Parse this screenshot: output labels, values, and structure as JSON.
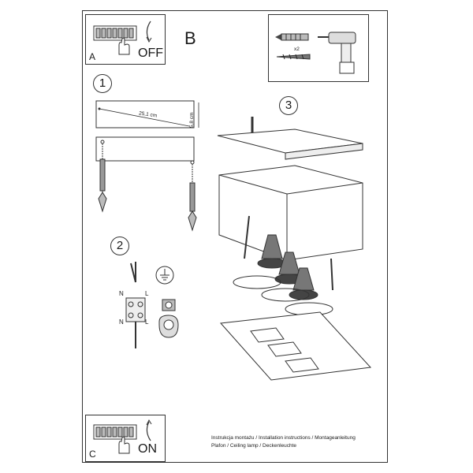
{
  "boxes": {
    "a": {
      "letter": "A",
      "word": "OFF"
    },
    "b": {
      "letter": "B",
      "multiplier": "x2"
    },
    "c": {
      "letter": "C",
      "word": "ON"
    }
  },
  "steps": [
    "1",
    "2",
    "3"
  ],
  "measure": {
    "length": "25,1 cm",
    "height": "5,8 cm"
  },
  "wiring": {
    "left_labels": [
      "N",
      "N"
    ],
    "right_labels": [
      "L",
      "L"
    ]
  },
  "footer": {
    "line1": "Instrukcja montażu / Installation instructions / Montageanleitung",
    "line2": "Plafon / Ceiling lamp / Deckenleuchte"
  }
}
